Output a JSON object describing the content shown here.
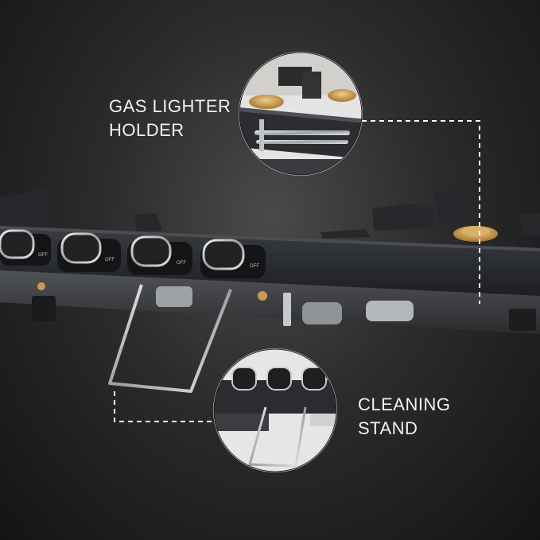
{
  "callouts": {
    "gas_lighter_holder": {
      "line1": "GAS LIGHTER",
      "line2": "HOLDER"
    },
    "cleaning_stand": {
      "line1": "CLEANING",
      "line2": "STAND"
    }
  },
  "knob_marking": "OFF",
  "colors": {
    "background": "#2b2b2b",
    "cooktop_frame": "#2a2d31",
    "knob": "#1a1a1a",
    "knob_bezel": "#c9ccd0",
    "brass_burner": "#c89b55",
    "callout_line": "#ffffff",
    "label_text": "#f2f2f2"
  },
  "icons": [
    "gas-lighter-holder-closeup",
    "cleaning-stand-closeup"
  ]
}
